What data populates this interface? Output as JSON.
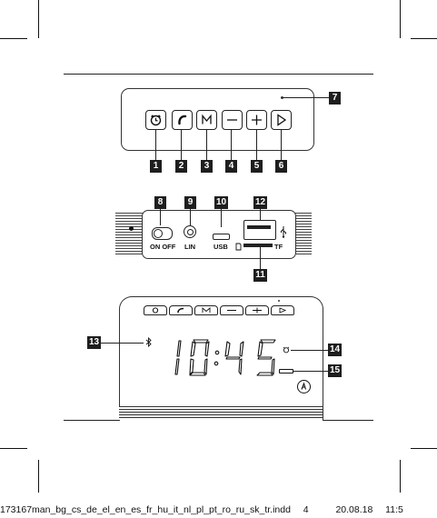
{
  "callouts": {
    "n1": "1",
    "n2": "2",
    "n3": "3",
    "n4": "4",
    "n5": "5",
    "n6": "6",
    "n7": "7",
    "n8": "8",
    "n9": "9",
    "n10": "10",
    "n11": "11",
    "n12": "12",
    "n13": "13",
    "n14": "14",
    "n15": "15"
  },
  "rear_panel": {
    "on_off": "ON OFF",
    "lin": "LIN",
    "usb": "USB",
    "tf": "TF"
  },
  "display": {
    "digits": [
      "1",
      "0",
      "4",
      "5"
    ]
  },
  "icons": {
    "alarm": "alarm-clock-icon",
    "phone": "phone-icon",
    "mode": "mode-m-icon",
    "minus": "minus-icon",
    "plus": "plus-icon",
    "play": "play-icon",
    "bluetooth": "bluetooth-icon",
    "brand": "hama-logo-icon",
    "usb_symbol": "usb-symbol-icon",
    "sd": "sd-card-icon"
  },
  "footer": {
    "file": "173167man_bg_cs_de_el_en_es_fr_hu_it_nl_pl_pt_ro_ru_sk_tr.indd",
    "page": "4",
    "date": "20.08.18",
    "time": "11:5"
  }
}
